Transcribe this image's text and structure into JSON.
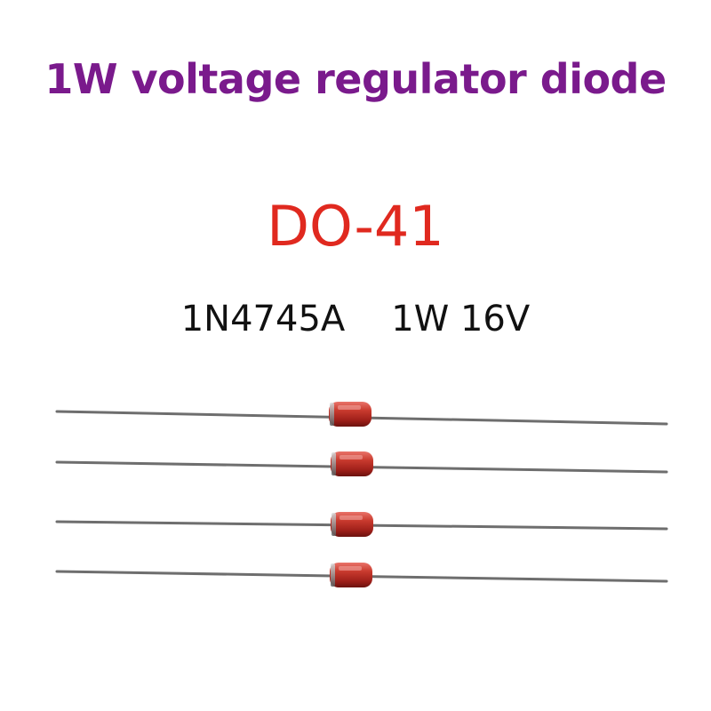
{
  "title": "1W voltage regulator diode",
  "package": "DO-41",
  "specs": {
    "part_number": "1N4745A",
    "rating": "1W 16V"
  },
  "colors": {
    "title": "#7a1a8c",
    "package": "#e0291f",
    "diode_body": "#c0342a",
    "lead": "#6e6e6e"
  },
  "diodes": [
    {
      "icon": "diode-icon"
    },
    {
      "icon": "diode-icon"
    },
    {
      "icon": "diode-icon"
    },
    {
      "icon": "diode-icon"
    }
  ]
}
